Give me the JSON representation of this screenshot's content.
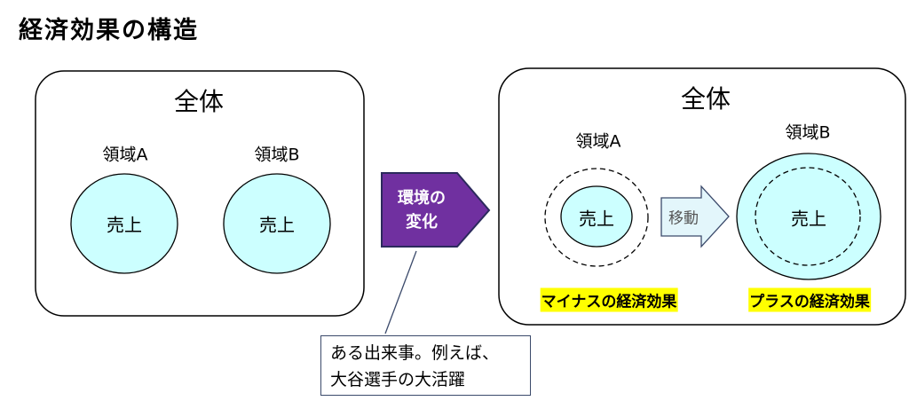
{
  "title": "経済効果の構造",
  "colors": {
    "sales_fill": "#CCFFFF",
    "change_fill": "#7030A0",
    "change_border": "#2B2A5C",
    "move_fill": "#E3F6FB",
    "move_border": "#3B4A6B",
    "highlight": "#FFFF00"
  },
  "before": {
    "whole_label": "全体",
    "region_a": {
      "label": "領域A",
      "sales": "売上"
    },
    "region_b": {
      "label": "領域B",
      "sales": "売上"
    }
  },
  "change_arrow": {
    "line1": "環境の",
    "line2": "変化"
  },
  "callout": {
    "line1": "ある出来事。例えば、",
    "line2": "大谷選手の大活躍"
  },
  "after": {
    "whole_label": "全体",
    "region_a": {
      "label": "領域A",
      "sales": "売上",
      "effect": "マイナスの経済効果"
    },
    "move_label": "移動",
    "region_b": {
      "label": "領域B",
      "sales": "売上",
      "effect": "プラスの経済効果"
    }
  }
}
